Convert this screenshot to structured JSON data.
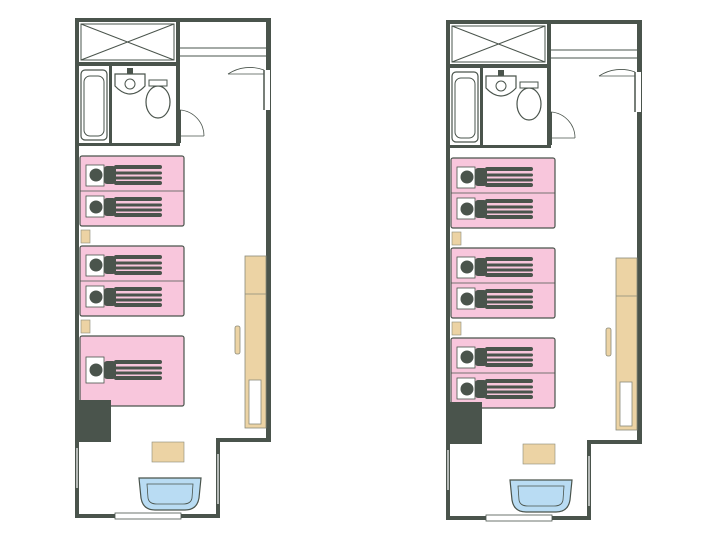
{
  "colors": {
    "wall": "#4a544c",
    "bed": "#f8c6dc",
    "bed_stroke": "#4a544c",
    "person": "#4a544c",
    "pillow": "#ffffff",
    "furniture": "#ecd3a4",
    "furniture_stroke": "#8a8a7a",
    "chair": "#b9dcf3",
    "chair_stroke": "#4a544c",
    "closet": "#4a544c",
    "background": "#ffffff"
  },
  "icons": [
    "bathtub-icon",
    "sink-icon",
    "toilet-icon",
    "door-icon",
    "person-icon",
    "chair-icon",
    "window-icon"
  ],
  "plans": [
    {
      "id": "plan-left",
      "bed_blocks": [
        {
          "sleepers": 2
        },
        {
          "sleepers": 2
        },
        {
          "sleepers": 1
        }
      ]
    },
    {
      "id": "plan-right",
      "bed_blocks": [
        {
          "sleepers": 2
        },
        {
          "sleepers": 2
        },
        {
          "sleepers": 2
        }
      ]
    }
  ]
}
